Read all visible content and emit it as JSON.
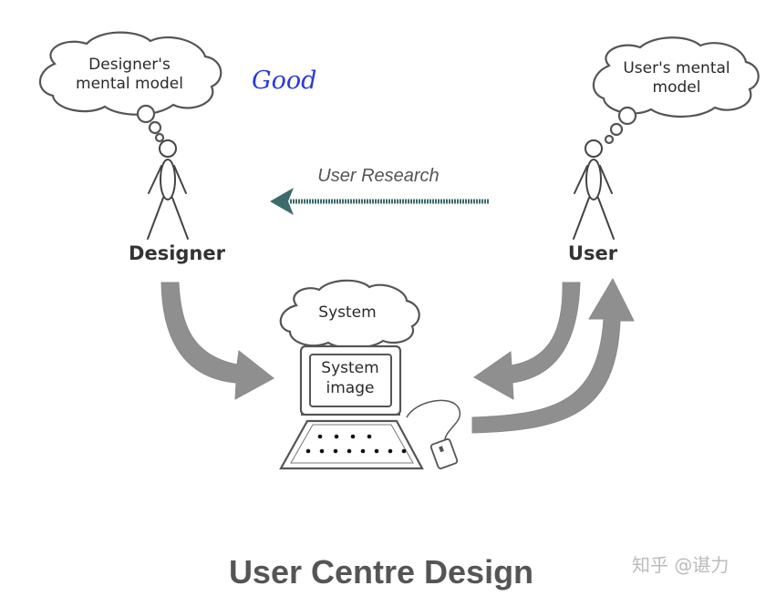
{
  "designer": {
    "thought_line1": "Designer's",
    "thought_line2": "mental model",
    "label": "Designer"
  },
  "good_annotation": "Good",
  "user": {
    "thought_line1": "User's mental",
    "thought_line2": "model",
    "label": "User"
  },
  "research_label": "User Research",
  "system": {
    "cloud_label": "System",
    "screen_line1": "System",
    "screen_line2": "image"
  },
  "title": "User Centre Design",
  "watermark": "知乎 @谌力",
  "colors": {
    "good_text": "#2a3bd6",
    "research_arrow": "#3d6b6b",
    "flow_arrows": "#8f8f8f"
  }
}
